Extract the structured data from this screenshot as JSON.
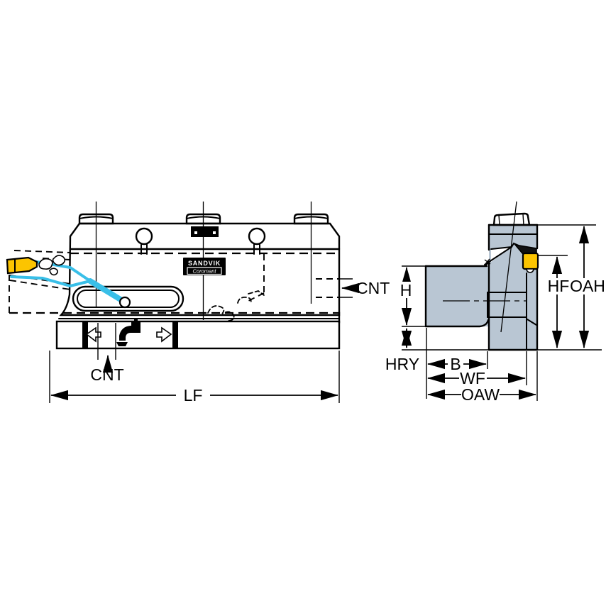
{
  "drawing": {
    "brand_plate": {
      "line1": "SANDVIK",
      "line2": "Coromant"
    },
    "colors": {
      "body": "#b9c6d3",
      "insert": "#fcc400",
      "coolant": "#39bfe8",
      "outline": "#000000",
      "background": "#ffffff"
    },
    "front_view": {
      "labels": {
        "coolant_side": "CNT",
        "coolant_bottom": "CNT",
        "functional_length": "LF"
      }
    },
    "side_view": {
      "labels": {
        "height": "H",
        "hry": "HRY",
        "body_width": "B",
        "functional_width": "WF",
        "overall_width": "OAW",
        "functional_height": "HF",
        "overall_height": "OAH"
      }
    }
  }
}
